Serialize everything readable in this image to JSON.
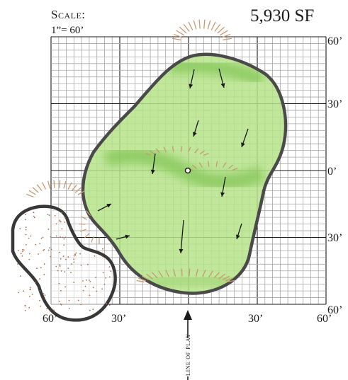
{
  "header": {
    "scale_label": "Scale:",
    "scale_value": "1”= 60’",
    "area": "5,930 SF"
  },
  "axis_labels": {
    "right": [
      "60’",
      "30’",
      "0’",
      "30’",
      "60’"
    ],
    "bottom": [
      "60’",
      "30’",
      "30’",
      "60’"
    ]
  },
  "line_of_play": "LINE OF PLAY",
  "colors": {
    "green_fill": "#b6e38a",
    "green_ridge": "#86c75a",
    "green_outline": "#4a4a4a",
    "grid_minor": "#a8a8a8",
    "grid_major": "#1a1a1a",
    "sand_dots": "#b0704a",
    "fringe": "#c99a70"
  },
  "icons": {
    "slope_arrow": "arrow-icon",
    "cup": "pin-icon",
    "play_arrow": "arrow-up-icon"
  }
}
